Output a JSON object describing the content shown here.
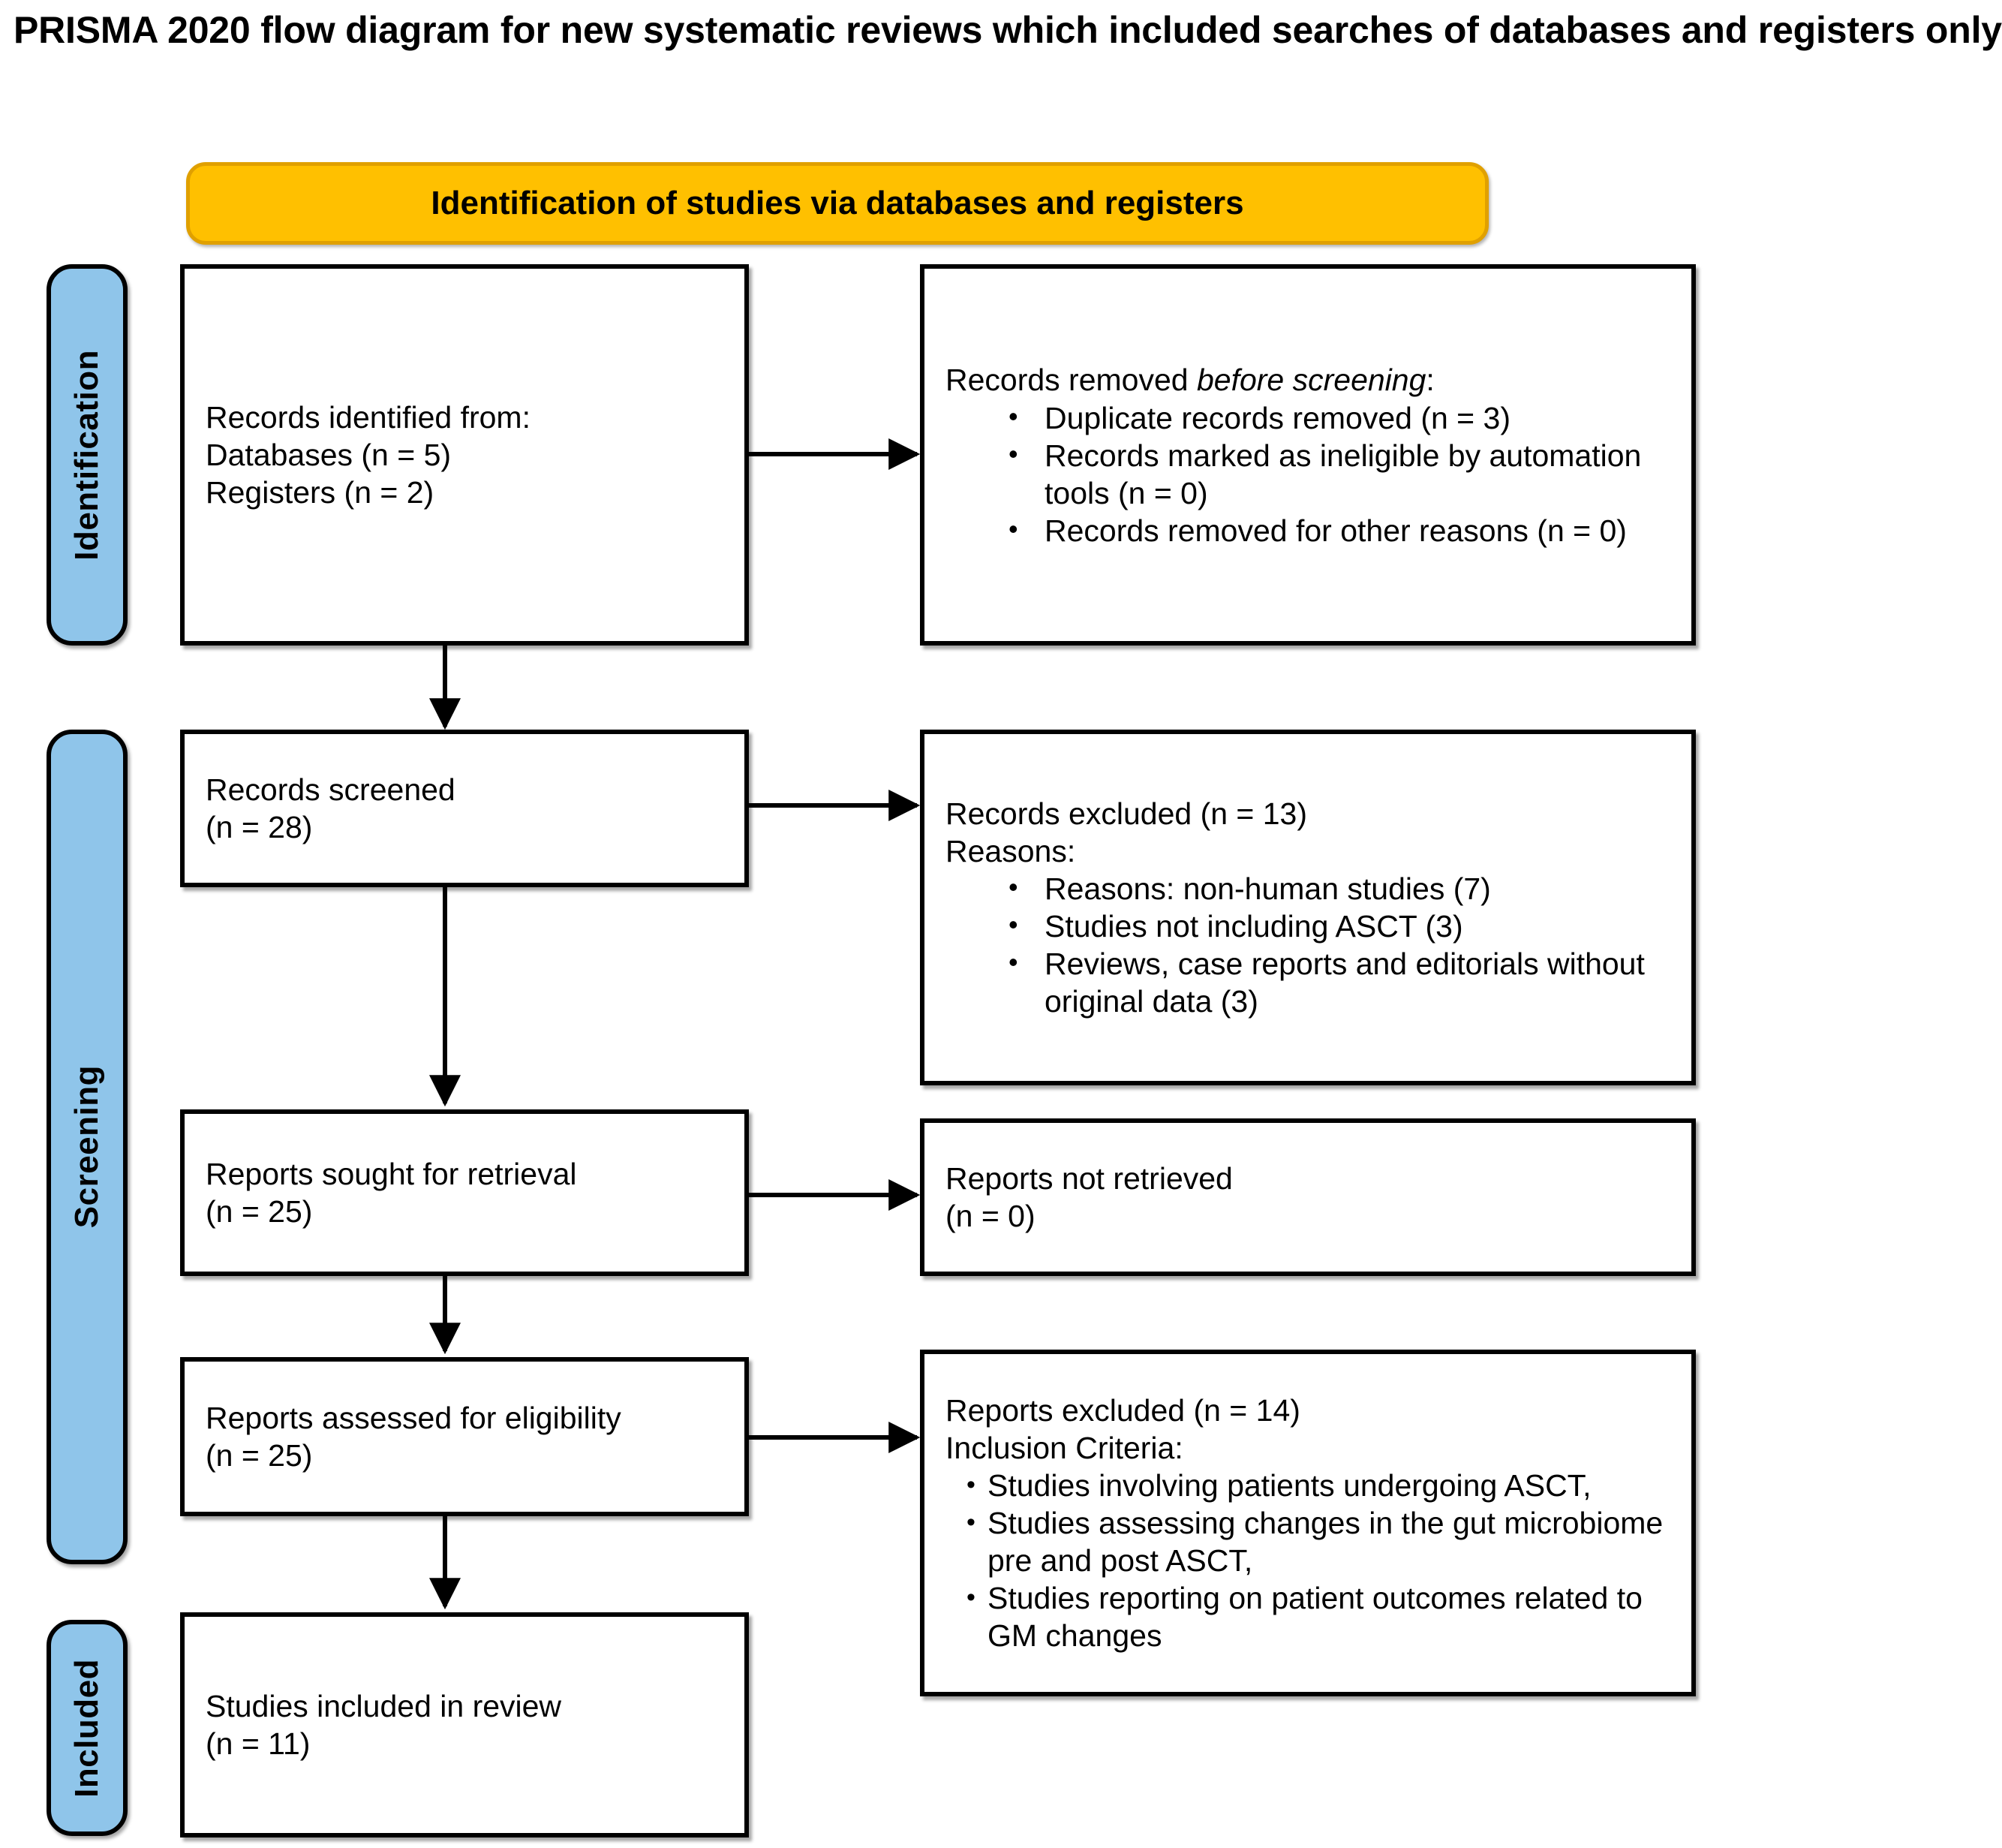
{
  "title": "PRISMA 2020 flow diagram for new systematic reviews which included searches of databases and registers only",
  "colors": {
    "banner_fill": "#FFC000",
    "banner_border": "#E0A000",
    "phase_fill": "#8FC5EA",
    "box_border": "#000000",
    "background": "#FFFFFF"
  },
  "stage_banner": {
    "label": "Identification of studies via databases and registers"
  },
  "phases": [
    {
      "label": "Identification"
    },
    {
      "label": "Screening"
    },
    {
      "label": "Included"
    }
  ],
  "boxes": {
    "records_identified": {
      "line1": "Records identified from:",
      "line2": "Databases (n = 5)",
      "line3": "Registers (n = 2)"
    },
    "records_removed": {
      "heading_pre": "Records removed ",
      "heading_em": "before screening",
      "heading_post": ":",
      "bullets": [
        "Duplicate records removed  (n = 3)",
        "Records marked as ineligible by automation tools (n = 0)",
        "Records removed for other reasons (n = 0)"
      ]
    },
    "records_screened": {
      "line1": "Records screened",
      "line2": "(n = 28)"
    },
    "records_excluded": {
      "line1": "Records excluded (n = 13)",
      "line2": "Reasons:",
      "bullets": [
        "Reasons: non-human studies (7)",
        "Studies not including ASCT (3)",
        "Reviews, case reports and editorials without original data (3)"
      ]
    },
    "reports_sought": {
      "line1": "Reports sought for retrieval",
      "line2": "(n = 25)"
    },
    "reports_not_retrieved": {
      "line1": "Reports not retrieved",
      "line2": "(n = 0)"
    },
    "reports_assessed": {
      "line1": "Reports assessed for eligibility",
      "line2": "(n = 25)"
    },
    "reports_excluded": {
      "line1": "Reports excluded (n = 14)",
      "line2": "Inclusion Criteria:",
      "bullets": [
        "Studies involving patients undergoing ASCT,",
        "Studies assessing changes in the gut microbiome pre and post ASCT,",
        "Studies reporting on patient outcomes related to GM changes"
      ]
    },
    "studies_included": {
      "line1": "Studies included in review",
      "line2": "(n = 11)"
    }
  },
  "chart_data": {
    "type": "diagram",
    "title": "PRISMA 2020 flow diagram for new systematic reviews which included searches of databases and registers only",
    "nodes": [
      {
        "id": "records_identified",
        "phase": "Identification",
        "n_databases": 5,
        "n_registers": 2
      },
      {
        "id": "records_removed",
        "phase": "Identification",
        "n_duplicates": 3,
        "n_ineligible_automation": 0,
        "n_other_reasons": 0
      },
      {
        "id": "records_screened",
        "phase": "Screening",
        "n": 28
      },
      {
        "id": "records_excluded",
        "phase": "Screening",
        "n": 13,
        "reasons": {
          "non_human_studies": 7,
          "not_including_ASCT": 3,
          "reviews_case_reports_editorials": 3
        }
      },
      {
        "id": "reports_sought",
        "phase": "Screening",
        "n": 25
      },
      {
        "id": "reports_not_retrieved",
        "phase": "Screening",
        "n": 0
      },
      {
        "id": "reports_assessed",
        "phase": "Screening",
        "n": 25
      },
      {
        "id": "reports_excluded",
        "phase": "Screening",
        "n": 14
      },
      {
        "id": "studies_included",
        "phase": "Included",
        "n": 11
      }
    ],
    "edges": [
      {
        "from": "records_identified",
        "to": "records_removed",
        "direction": "right"
      },
      {
        "from": "records_identified",
        "to": "records_screened",
        "direction": "down"
      },
      {
        "from": "records_screened",
        "to": "records_excluded",
        "direction": "right"
      },
      {
        "from": "records_screened",
        "to": "reports_sought",
        "direction": "down"
      },
      {
        "from": "reports_sought",
        "to": "reports_not_retrieved",
        "direction": "right"
      },
      {
        "from": "reports_sought",
        "to": "reports_assessed",
        "direction": "down"
      },
      {
        "from": "reports_assessed",
        "to": "reports_excluded",
        "direction": "right"
      },
      {
        "from": "reports_assessed",
        "to": "studies_included",
        "direction": "down"
      }
    ]
  }
}
